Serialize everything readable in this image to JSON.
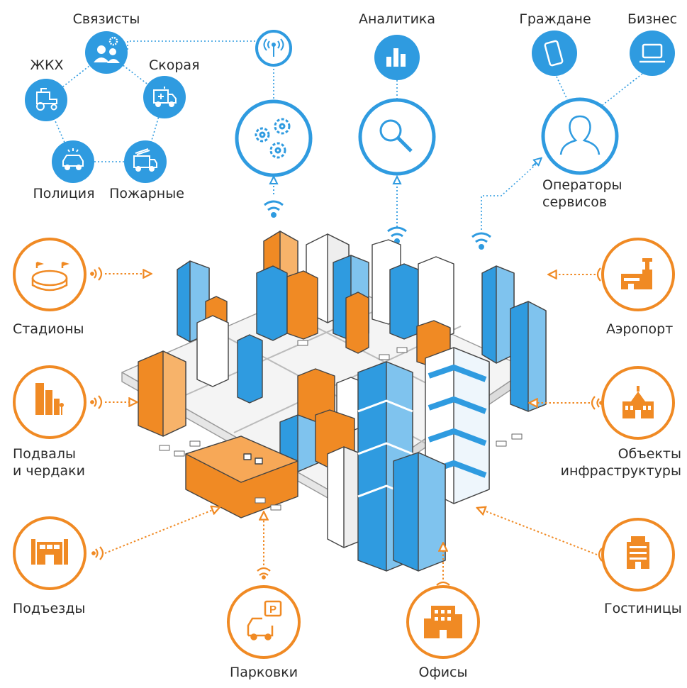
{
  "colors": {
    "blue": "#2f9be0",
    "orange": "#f08a24",
    "line": "#333333"
  },
  "services": [
    {
      "label": "Связисты",
      "icon": "people-gear-icon"
    },
    {
      "label": "Скорая",
      "icon": "ambulance-icon"
    },
    {
      "label": "ЖКХ",
      "icon": "tractor-icon"
    },
    {
      "label": "Полиция",
      "icon": "police-car-icon"
    },
    {
      "label": "Пожарные",
      "icon": "fire-truck-icon"
    }
  ],
  "top": {
    "signal_icon": "antenna-signal-icon",
    "gears_icon": "gears-icon",
    "analytics_label": "Аналитика",
    "analytics_icon": "bar-chart-icon",
    "search_icon": "magnifier-icon",
    "citizens_label": "Граждане",
    "citizens_icon": "smartphone-icon",
    "business_label": "Бизнес",
    "business_icon": "laptop-icon",
    "operators_label": "Операторы\nсервисов",
    "operators_icon": "user-silhouette-icon"
  },
  "objects": [
    {
      "label": "Стадионы",
      "icon": "stadium-icon"
    },
    {
      "label": "Подвалы\nи чердаки",
      "icon": "buildings-icon"
    },
    {
      "label": "Подъезды",
      "icon": "entrance-building-icon"
    },
    {
      "label": "Парковки",
      "icon": "parking-car-icon"
    },
    {
      "label": "Офисы",
      "icon": "office-building-icon"
    },
    {
      "label": "Гостиницы",
      "icon": "hotel-icon"
    },
    {
      "label": "Объекты\nинфраструктуры",
      "icon": "public-building-icon"
    },
    {
      "label": "Аэропорт",
      "icon": "airport-icon"
    }
  ],
  "city": {
    "icon": "isometric-city-illustration"
  }
}
